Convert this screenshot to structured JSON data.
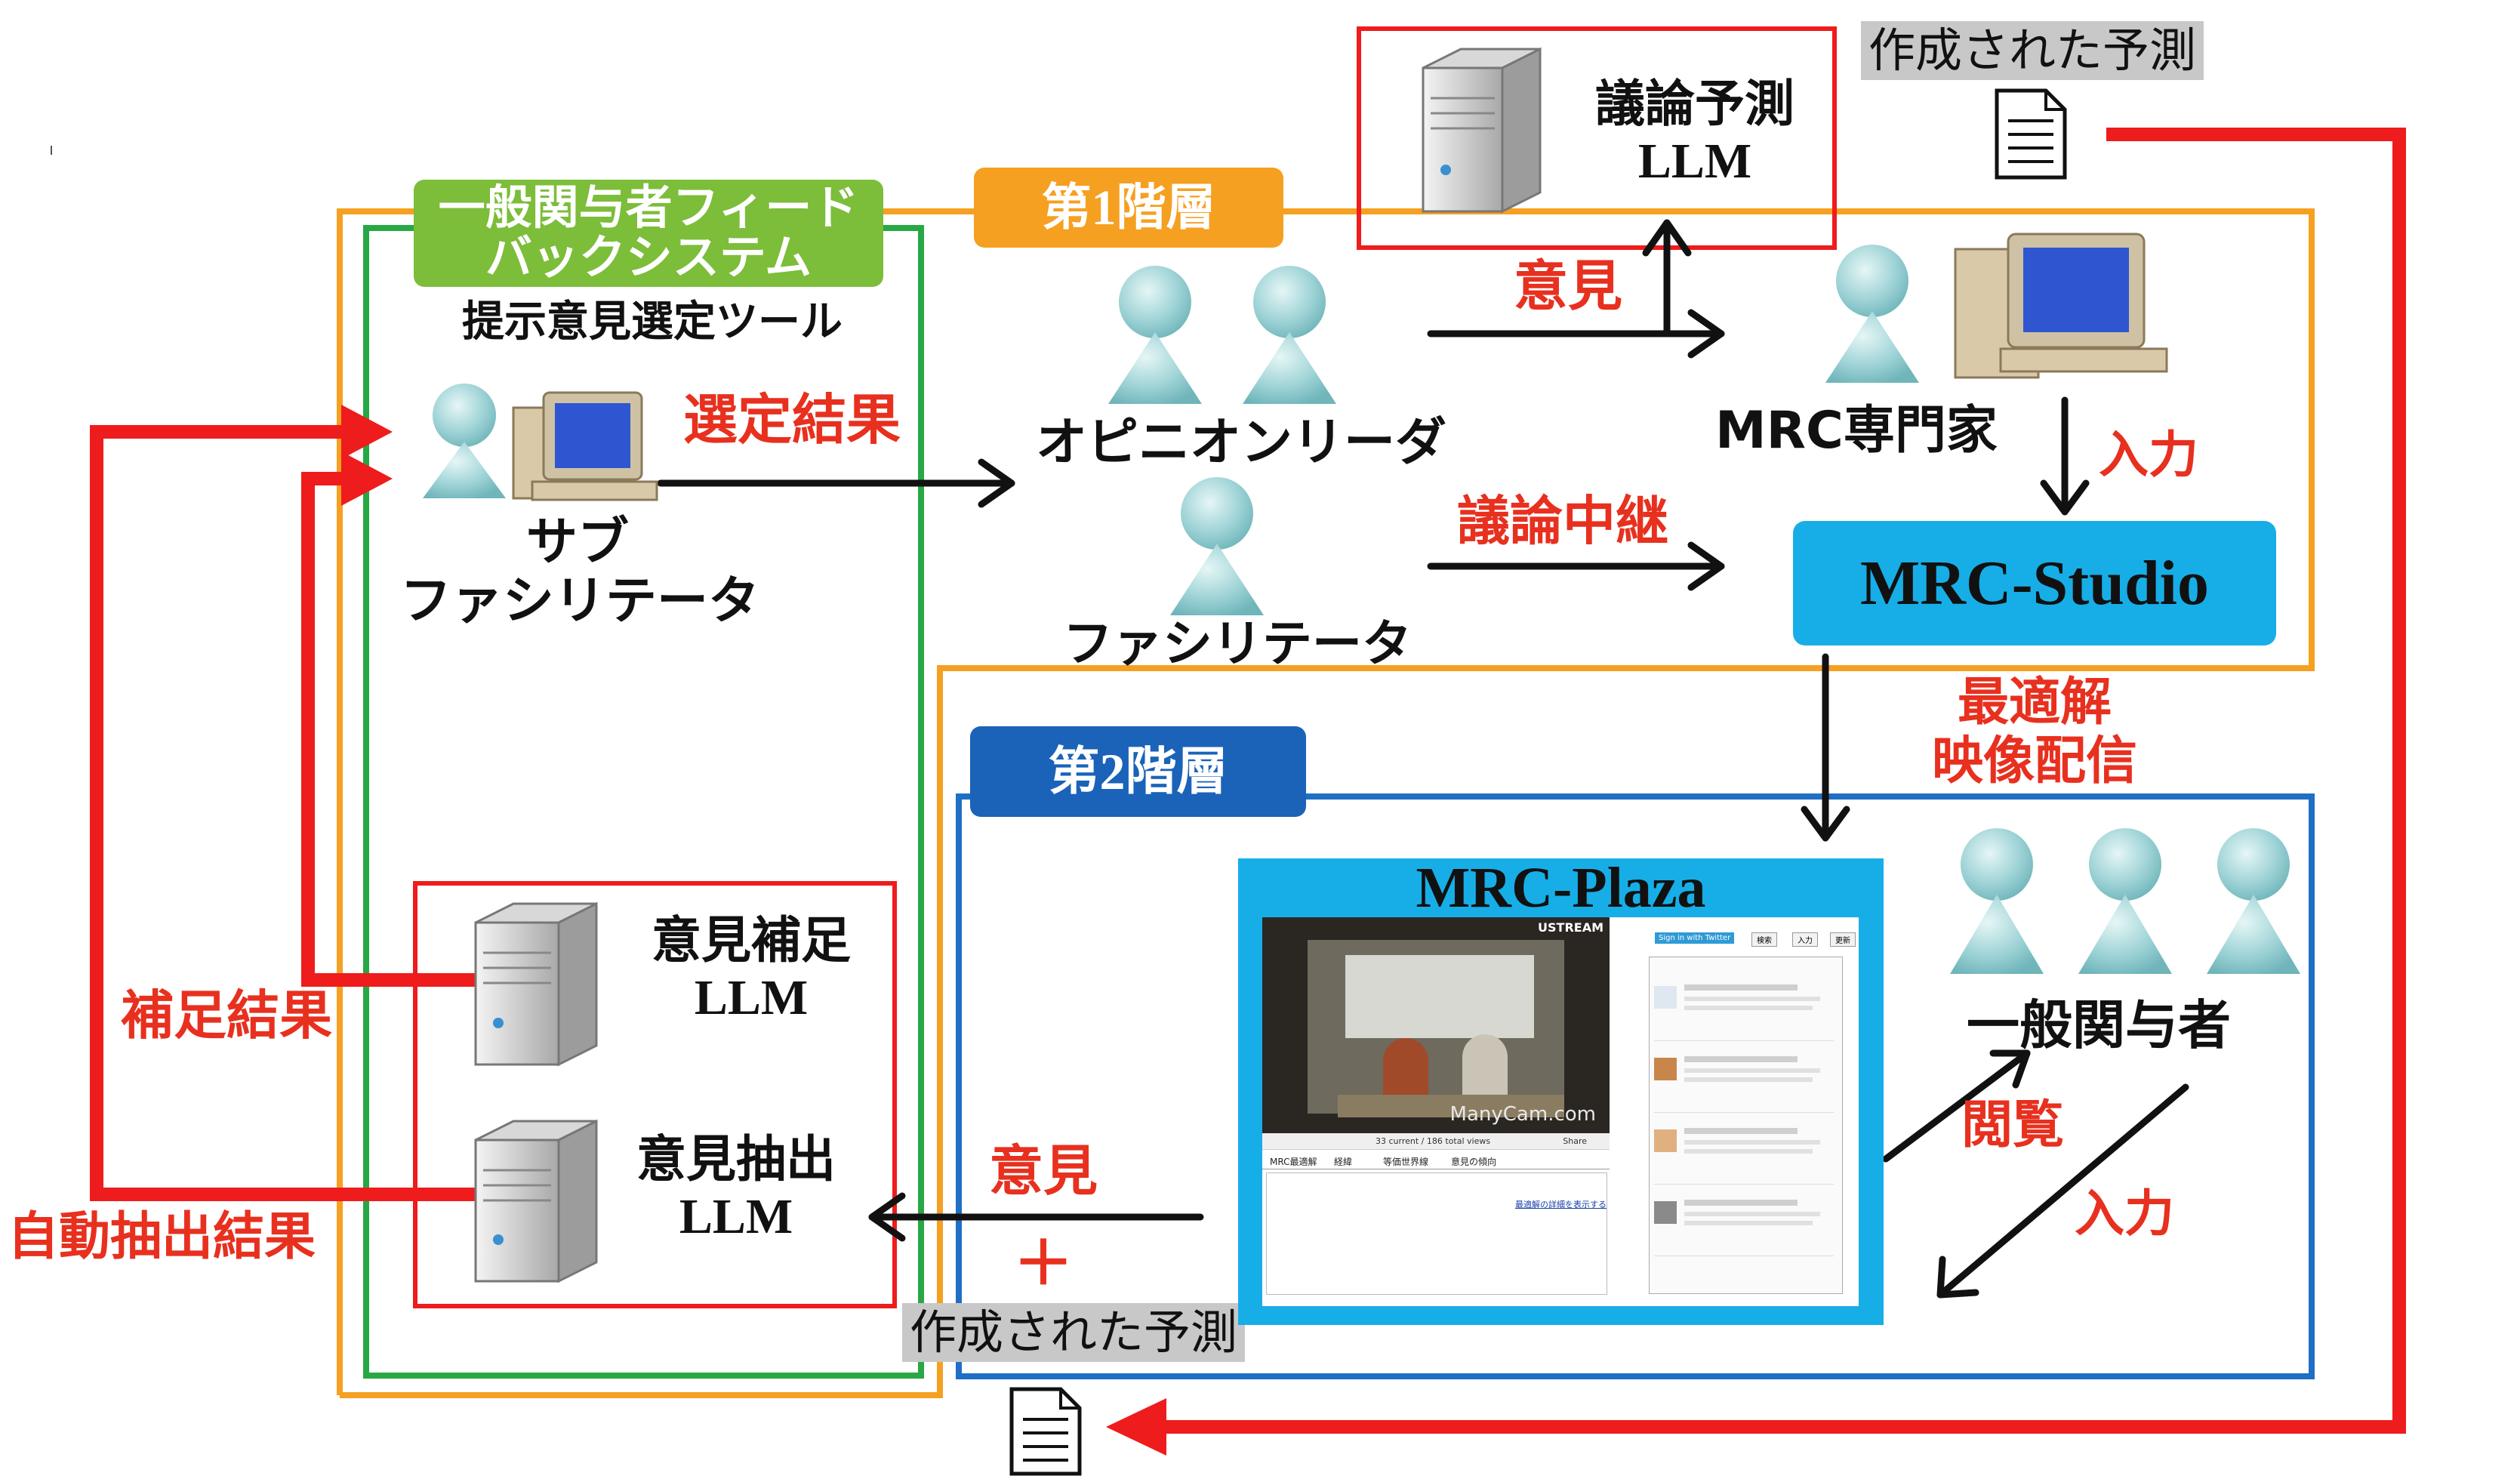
{
  "colors": {
    "orange": "#f5a021",
    "green": "#27a844",
    "green_tag": "#7cbd3a",
    "blue": "#1f6fc4",
    "blue_tag": "#1a63b8",
    "red": "#ee1c1c",
    "cyan": "#17aee7",
    "person": "#9ed3d6"
  },
  "top": {
    "llm_pred_line1": "議論予測",
    "llm_pred_line2": "LLM",
    "created_pred": "作成された予測"
  },
  "feedback": {
    "tag_line1": "一般関与者フィード",
    "tag_line2": "バックシステム",
    "tool": "提示意見選定ツール",
    "sub_line1": "サブ",
    "sub_line2": "ファシリテータ",
    "selection_result": "選定結果"
  },
  "layer1": {
    "tag": "第1階層",
    "opinion_leader": "オピニオンリーダ",
    "facilitator": "ファシリテータ",
    "opinion": "意見",
    "relay": "議論中継",
    "expert": "MRC専門家",
    "input": "入力",
    "studio": "MRC-Studio"
  },
  "delivery": {
    "line1": "最適解",
    "line2": "映像配信"
  },
  "layer2": {
    "tag": "第2階層",
    "plaza": "MRC-Plaza",
    "general": "一般関与者",
    "browse": "閲覧",
    "input": "入力",
    "opinion": "意見",
    "plus": "＋",
    "created_pred": "作成された予測"
  },
  "llm_box": {
    "supp_line1": "意見補足",
    "supp_line2": "LLM",
    "extract_line1": "意見抽出",
    "extract_line2": "LLM"
  },
  "left": {
    "supp_result": "補足結果",
    "auto_result": "自動抽出結果"
  },
  "screenshot": {
    "ustream": "USTREAM",
    "manycam": "ManyCam.com",
    "views": "33 current / 186 total views",
    "share": "Share",
    "tabs": [
      "MRC最適解",
      "経緯",
      "等価世界線",
      "意見の傾向"
    ],
    "btn_signin": "Sign in with Twitter",
    "btn_search": "検索",
    "btn_input": "入力",
    "btn_update": "更新",
    "detail_link": "最適解の詳細を表示する"
  }
}
